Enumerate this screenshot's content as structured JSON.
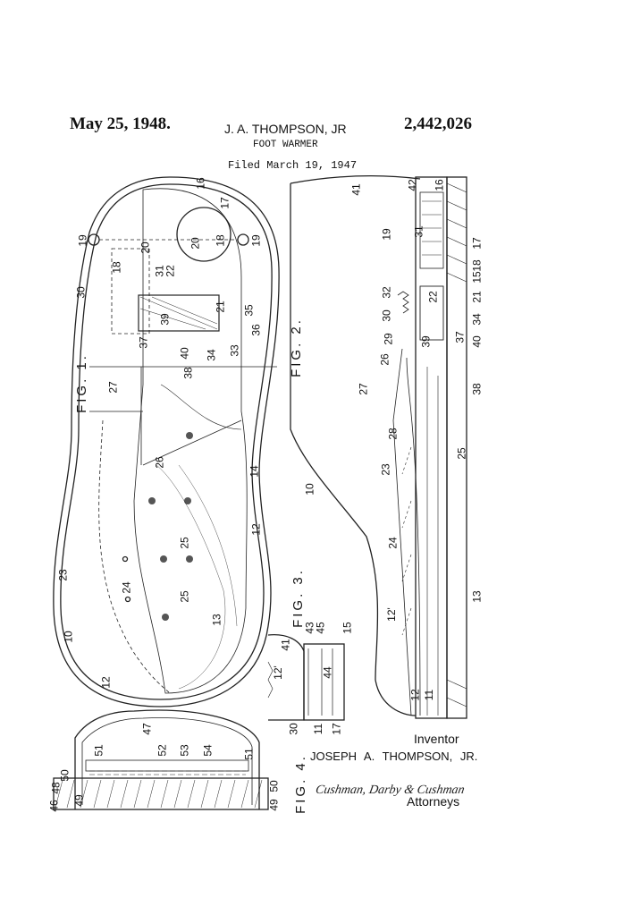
{
  "header": {
    "date": "May 25, 1948.",
    "inventor": "J. A. THOMPSON, JR",
    "patent_number": "2,442,026",
    "title": "FOOT WARMER",
    "filed": "Filed March 19, 1947"
  },
  "figures": {
    "fig1": "FIG. 1.",
    "fig2": "FIG. 2.",
    "fig3": "FIG. 3.",
    "fig4": "FIG. 4."
  },
  "fig1_numerals": [
    "16",
    "17",
    "19",
    "19",
    "18",
    "20",
    "20",
    "18",
    "31",
    "22",
    "30",
    "35",
    "36",
    "39",
    "33",
    "34",
    "37",
    "40",
    "38",
    "27",
    "26",
    "14",
    "12",
    "25",
    "24",
    "23",
    "10",
    "13",
    "12",
    "25",
    "21"
  ],
  "fig2_numerals": [
    "41",
    "42",
    "16",
    "19",
    "31",
    "17",
    "18",
    "15",
    "32",
    "22",
    "21",
    "30",
    "34",
    "29",
    "37",
    "39",
    "40",
    "26",
    "27",
    "38",
    "28",
    "25",
    "23",
    "24",
    "12'",
    "13",
    "10",
    "12",
    "11"
  ],
  "fig3_numerals": [
    "41",
    "43",
    "45",
    "15",
    "12'",
    "44",
    "30",
    "17",
    "11"
  ],
  "fig4_numerals": [
    "47",
    "51",
    "52",
    "53",
    "54",
    "51",
    "50",
    "48",
    "46",
    "49",
    "49",
    "50"
  ],
  "footer": {
    "inventor_label": "Inventor",
    "inventor_name": "JOSEPH A. THOMPSON, JR.",
    "signature": "Cushman, Darby & Cushman",
    "attorneys_label": "Attorneys"
  }
}
